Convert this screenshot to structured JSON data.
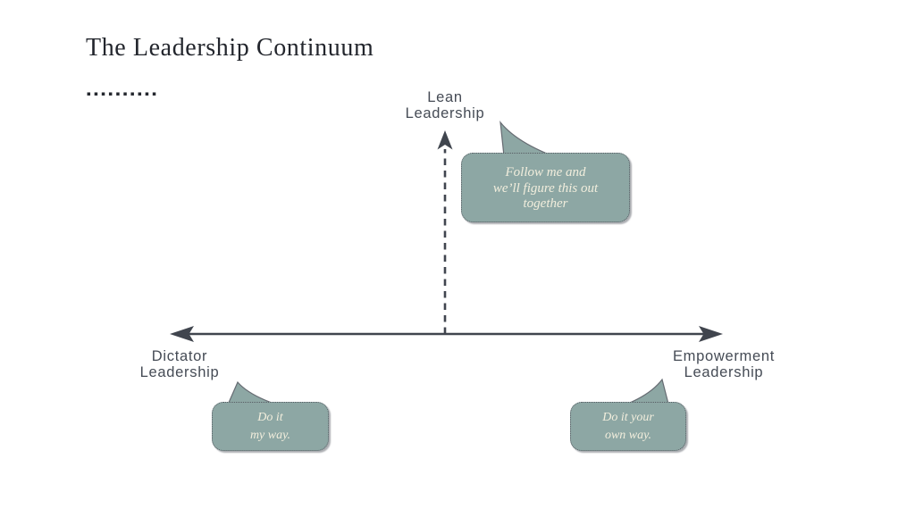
{
  "title": "The Leadership Continuum",
  "decorative_dots": "▪▪▪▪▪▪▪▪▪▪",
  "axis_labels": {
    "top": [
      "Lean",
      "Leadership"
    ],
    "left": [
      "Dictator",
      "Leadership"
    ],
    "right": [
      "Empowerment",
      "Leadership"
    ]
  },
  "speech_bubbles": {
    "lean": [
      "Follow me and",
      "we’ll figure this out",
      "together"
    ],
    "dictator": [
      "Do it",
      "my way."
    ],
    "empowerment": [
      "Do it your",
      "own way."
    ]
  },
  "colors": {
    "bubble_fill": "#8da7a4",
    "bubble_border": "#575c63",
    "bubble_text": "#f2eedd",
    "line_and_text": "#40454e",
    "label_text": "#454b55",
    "title_text": "#23262d",
    "background": "#ffffff"
  }
}
